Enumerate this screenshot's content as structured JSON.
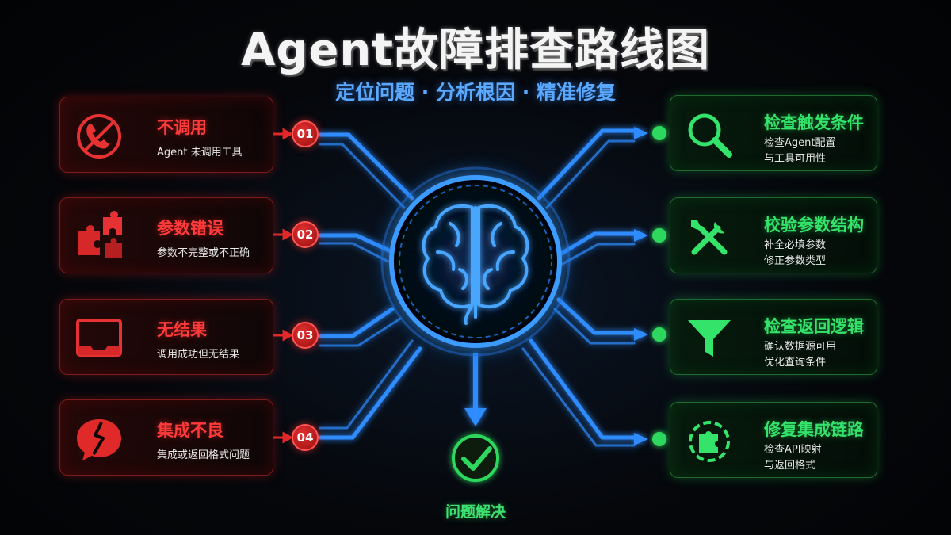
{
  "title": "Agent故障排查路线图",
  "subtitle": "定位问题 · 分析根因 · 精准修复",
  "problems": [
    {
      "num": "01",
      "title": "不调用",
      "desc": "Agent 未调用工具",
      "icon": "phone-blocked-icon"
    },
    {
      "num": "02",
      "title": "参数错误",
      "desc": "参数不完整或不正确",
      "icon": "puzzle-pieces-icon"
    },
    {
      "num": "03",
      "title": "无结果",
      "desc": "调用成功但无结果",
      "icon": "empty-tray-icon"
    },
    {
      "num": "04",
      "title": "集成不良",
      "desc": "集成或返回格式问题",
      "icon": "broken-chat-icon"
    }
  ],
  "solutions": [
    {
      "title": "检查触发条件",
      "desc": [
        "检查Agent配置",
        "与工具可用性"
      ],
      "icon": "magnifier-icon"
    },
    {
      "title": "校验参数结构",
      "desc": [
        "补全必填参数",
        "修正参数类型"
      ],
      "icon": "tools-icon"
    },
    {
      "title": "检查返回逻辑",
      "desc": [
        "确认数据源可用",
        "优化查询条件"
      ],
      "icon": "funnel-icon"
    },
    {
      "title": "修复集成链路",
      "desc": [
        "检查API映射",
        "与返回格式"
      ],
      "icon": "puzzle-gear-icon"
    }
  ],
  "center": {
    "icon": "brain-icon",
    "result_label": "问题解决",
    "result_icon": "check-circle-icon"
  },
  "colors": {
    "problem": "#ff3b3b",
    "solution": "#34e36a",
    "wire": "#2d8cff",
    "title": "#f4f4f4",
    "subtitle": "#5aa9ff"
  }
}
